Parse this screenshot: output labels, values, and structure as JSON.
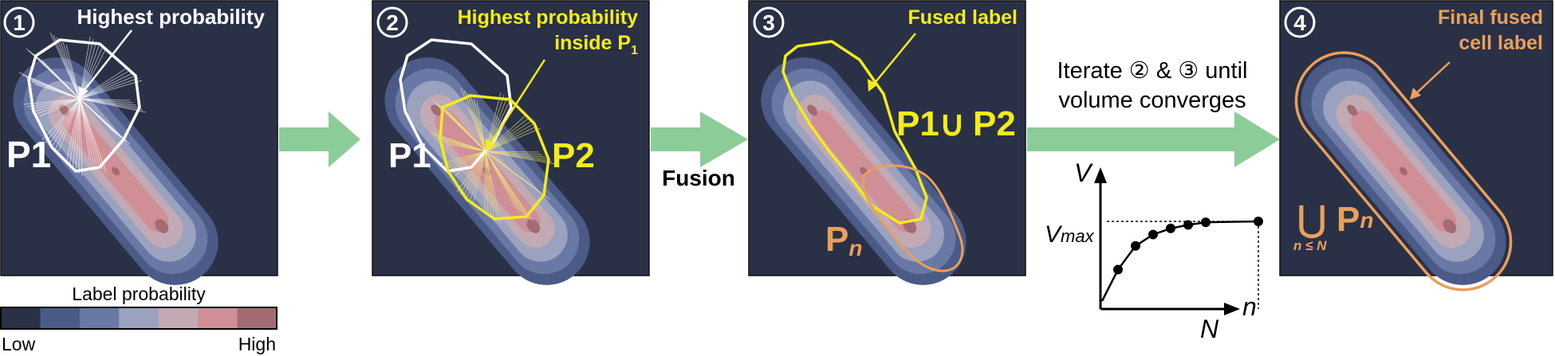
{
  "colors": {
    "panel_bg": "#2a3146",
    "arrow": "#8ccc98",
    "white": "#ffffff",
    "yellow": "#f2ec1e",
    "orange": "#e8a05c",
    "black": "#000000"
  },
  "colorbar": {
    "title": "Label probability",
    "low": "Low",
    "high": "High",
    "colors": [
      "#2a3146",
      "#4b5a86",
      "#6a78a6",
      "#9aa2c0",
      "#c2aab4",
      "#d08e96",
      "#a26c72"
    ]
  },
  "panels": [
    {
      "number": "1",
      "caption_lines": [
        "Highest probability"
      ],
      "labels": [
        {
          "text": "P1"
        }
      ]
    },
    {
      "number": "2",
      "caption_lines": [
        "Highest probability",
        "inside P"
      ],
      "caption_subscript": "1",
      "labels": [
        {
          "text": "P1"
        },
        {
          "text": "P2"
        }
      ]
    },
    {
      "number": "3",
      "caption_lines": [
        "Fused label"
      ],
      "labels": [
        {
          "text": "P1"
        },
        {
          "text": "∪"
        },
        {
          "text": "P2"
        },
        {
          "text": "P"
        },
        {
          "text": "n"
        }
      ]
    },
    {
      "number": "4",
      "caption_lines": [
        "Final fused",
        "cell label"
      ],
      "labels": [
        {
          "text": "⋃"
        },
        {
          "text": "P"
        },
        {
          "text": "n"
        },
        {
          "text": "n ≤ N"
        }
      ]
    }
  ],
  "arrows": {
    "fusion_label": "Fusion",
    "iterate_lines": [
      "Iterate ② & ③ until",
      "volume converges"
    ]
  },
  "convergence_plot": {
    "y_axis_label": "V",
    "x_axis_label": "n",
    "v_max_label": "V",
    "v_max_subscript": "max",
    "n_label": "N",
    "points": [
      [
        1,
        0.45
      ],
      [
        2,
        0.72
      ],
      [
        3,
        0.85
      ],
      [
        4,
        0.92
      ],
      [
        5,
        0.96
      ],
      [
        6,
        0.99
      ],
      [
        9,
        1.0
      ]
    ]
  }
}
